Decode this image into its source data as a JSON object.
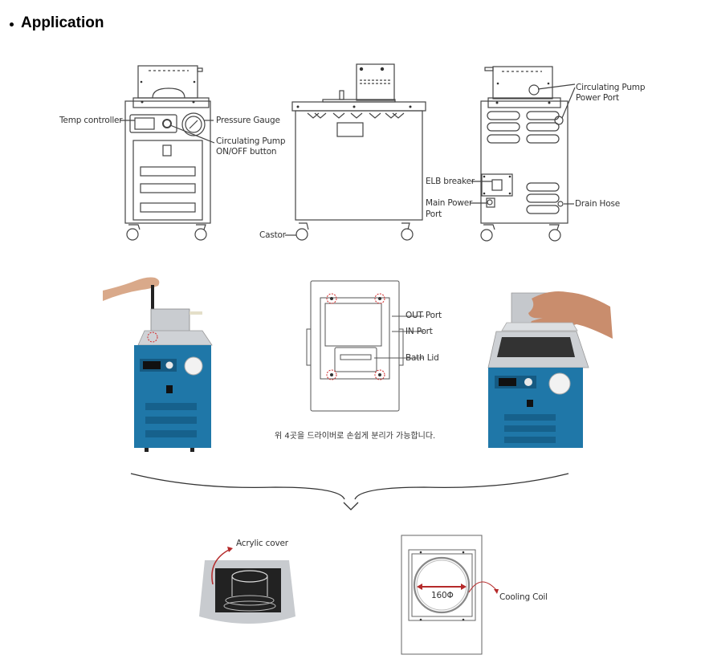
{
  "heading": {
    "title": "Application"
  },
  "drawings": {
    "front_view": {
      "labels": {
        "temp_controller": "Temp controller",
        "pressure_gauge": "Pressure Gauge",
        "pump_button_line1": "Circulating Pump",
        "pump_button_line2": "ON/OFF button"
      }
    },
    "side_view": {
      "labels": {
        "castor": "Castor"
      }
    },
    "rear_view": {
      "labels": {
        "pump_power_line1": "Circulating Pump",
        "pump_power_line2": "Power Port",
        "elb_breaker": "ELB breaker",
        "main_power_line1": "Main  Power",
        "main_power_line2": "Port",
        "drain_hose": "Drain Hose"
      }
    },
    "top_view": {
      "labels": {
        "out_port": "OUT Port",
        "in_port": "IN Port",
        "bath_lid": "Bath Lid"
      },
      "caption": "위 4곳을 드라이버로 손쉽게 분리가 가능합니다."
    },
    "detail_views": {
      "acrylic_cover": "Acrylic cover",
      "diameter": "160Φ",
      "cooling_coil": "Cooling Coil"
    }
  },
  "colors": {
    "machine_blue": "#1f77a8",
    "highlight_red": "#d22b2b",
    "line": "#444444"
  }
}
